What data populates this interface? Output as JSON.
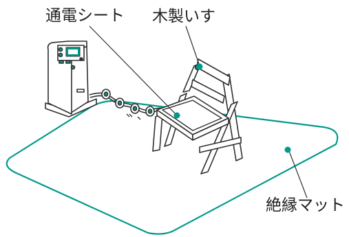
{
  "labels": {
    "sheet": "通電シート",
    "chair": "木製いす",
    "mat": "絶縁マット"
  },
  "colors": {
    "accent": "#009a8a",
    "line": "#2f2f2f",
    "fill": "#ffffff"
  }
}
